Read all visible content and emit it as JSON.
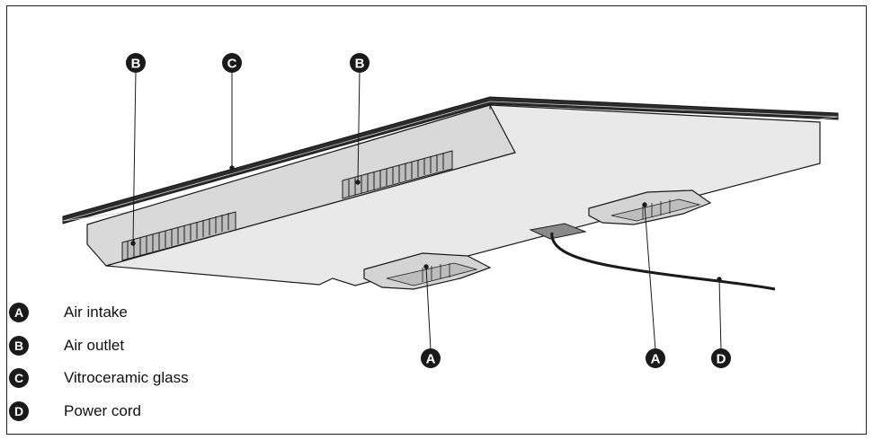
{
  "callouts": {
    "b_left": "B",
    "c_top": "C",
    "b_right": "B",
    "a_left": "A",
    "a_right": "A",
    "d_cord": "D"
  },
  "legend": [
    {
      "key": "A",
      "text": "Air intake"
    },
    {
      "key": "B",
      "text": "Air outlet"
    },
    {
      "key": "C",
      "text": "Vitroceramic glass"
    },
    {
      "key": "D",
      "text": "Power cord"
    }
  ],
  "colors": {
    "outline": "#1a1a1a",
    "body": "#e6e6e6",
    "side": "#d4d4d4",
    "badge": "#1a1a1a"
  }
}
